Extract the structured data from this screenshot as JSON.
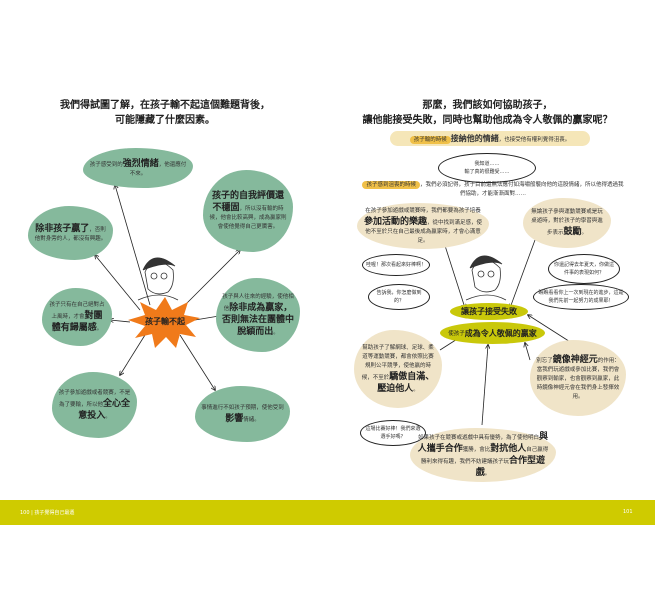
{
  "left": {
    "title": [
      "我們得試圖了解，在孩子輸不起這個難題背後，",
      "可能隱藏了什麼因素。"
    ],
    "center": "孩子輸不起",
    "bubbles": [
      {
        "pre": "孩子感受到的",
        "bold": "強烈情緒",
        "post": "，他還應付不來。"
      },
      {
        "bold": "孩子的自我評價還不穩固",
        "post": "，所以沒有輸的時候，他會比較高興，成為贏家則會使他覺得自己更厲害。"
      },
      {
        "bold": "除非孩子贏了",
        "post": "，否則他對身旁的人，都沒有興趣。"
      },
      {
        "pre": "孩子只有在自己絕對占上風時，才會",
        "bold": "對團體有歸屬感",
        "post": "。"
      },
      {
        "pre": "孩子與人往來的經驗，使他相信",
        "bold": "除非成為贏家，否則無法在團體中脫穎而出",
        "post": "。"
      },
      {
        "pre": "孩子參加遊戲或者競賽，不是為了要輸，所以他",
        "bold": "全心全意投入",
        "post": "。"
      },
      {
        "pre": "事情進行不如孩子預期，使他受到",
        "bold": "影響",
        "post": "情緒。"
      }
    ]
  },
  "right": {
    "title": [
      "那麼，我們該如何協助孩子，",
      "讓他能接受失敗，同時也幫助他成為令人敬佩的贏家呢？"
    ],
    "tip1": {
      "label": "孩子輸的時候",
      "bold": "接納他的情緒",
      "post": "，也接受他有權利覺得沮喪。"
    },
    "quote1": [
      "我知道……",
      "輸了真的很難受……"
    ],
    "tip2": {
      "label": "孩子感到沮喪的時候",
      "post": "，我們必須記得，孩子目前還無法應付如海嘯般襲向他的這股情緒，所以他得透過我們協助，才能漸漸面對……"
    },
    "bubble_left": {
      "pre": "在孩子參加遊戲或競賽時，我們都要為孩子培養",
      "bold": "參加活動的樂趣",
      "post": "，從中找到滿足感，使他不至於只在自己最後成為贏家時，才會心滿意足。"
    },
    "bubble_right": {
      "pre": "無論孩子參與運動競賽或是玩桌遊時，對於孩子的學習與進步表示",
      "bold": "鼓勵",
      "post": "。"
    },
    "speech": [
      "哇喔！那次看起來好棒啊！",
      "告訴我，你怎麼做到的？",
      "你還記得去年夏天，你做這件事的表現如何？",
      "瞧瞧看看你上一次到現在的進步，這是我們先前一起努力的成果耶！",
      "這場比賽好棒！我們來選選手好嗎？"
    ],
    "goal1": "讓孩子接受失敗",
    "goal2_pre": "使孩子",
    "goal2_bold": "成為令人敬佩的贏家",
    "bubble_sports": {
      "pre": "幫助孩子了解網球、足球、柔道等運動競賽，都會依照比賽規則公平競爭，使他贏的時候，不至於",
      "bold": "驕傲自滿、壓迫他人",
      "post": "。"
    },
    "bubble_mirror": {
      "pre": "別忘了",
      "bold": "鏡像神經元",
      "post": "的作用：當我們玩遊戲或參加比賽，我們會觀察到輸家，也會觀察到贏家，此時鏡像神經元會在我們身上發揮效用。"
    },
    "bubble_coop": {
      "pre": "如果孩子在競賽或遊戲中具有優勢，為了使他明白",
      "bold1": "與人攜手合作",
      "mid": "獲勝，會比",
      "bold2": "對抗他人",
      "mid2": "自己贏得勝利來得有趣，我們不妨建議孩子玩",
      "bold3": "合作型遊戲",
      "post": "。"
    }
  },
  "footer": {
    "left": "100 | 孩子覺得自己最遜",
    "right": "101"
  },
  "colors": {
    "green": "#85b99c",
    "beige": "#f0e4c8",
    "lime": "#c9c80a",
    "burst": "#f07a1a",
    "footer": "#cfcb00",
    "highlight": "#f0c048"
  }
}
